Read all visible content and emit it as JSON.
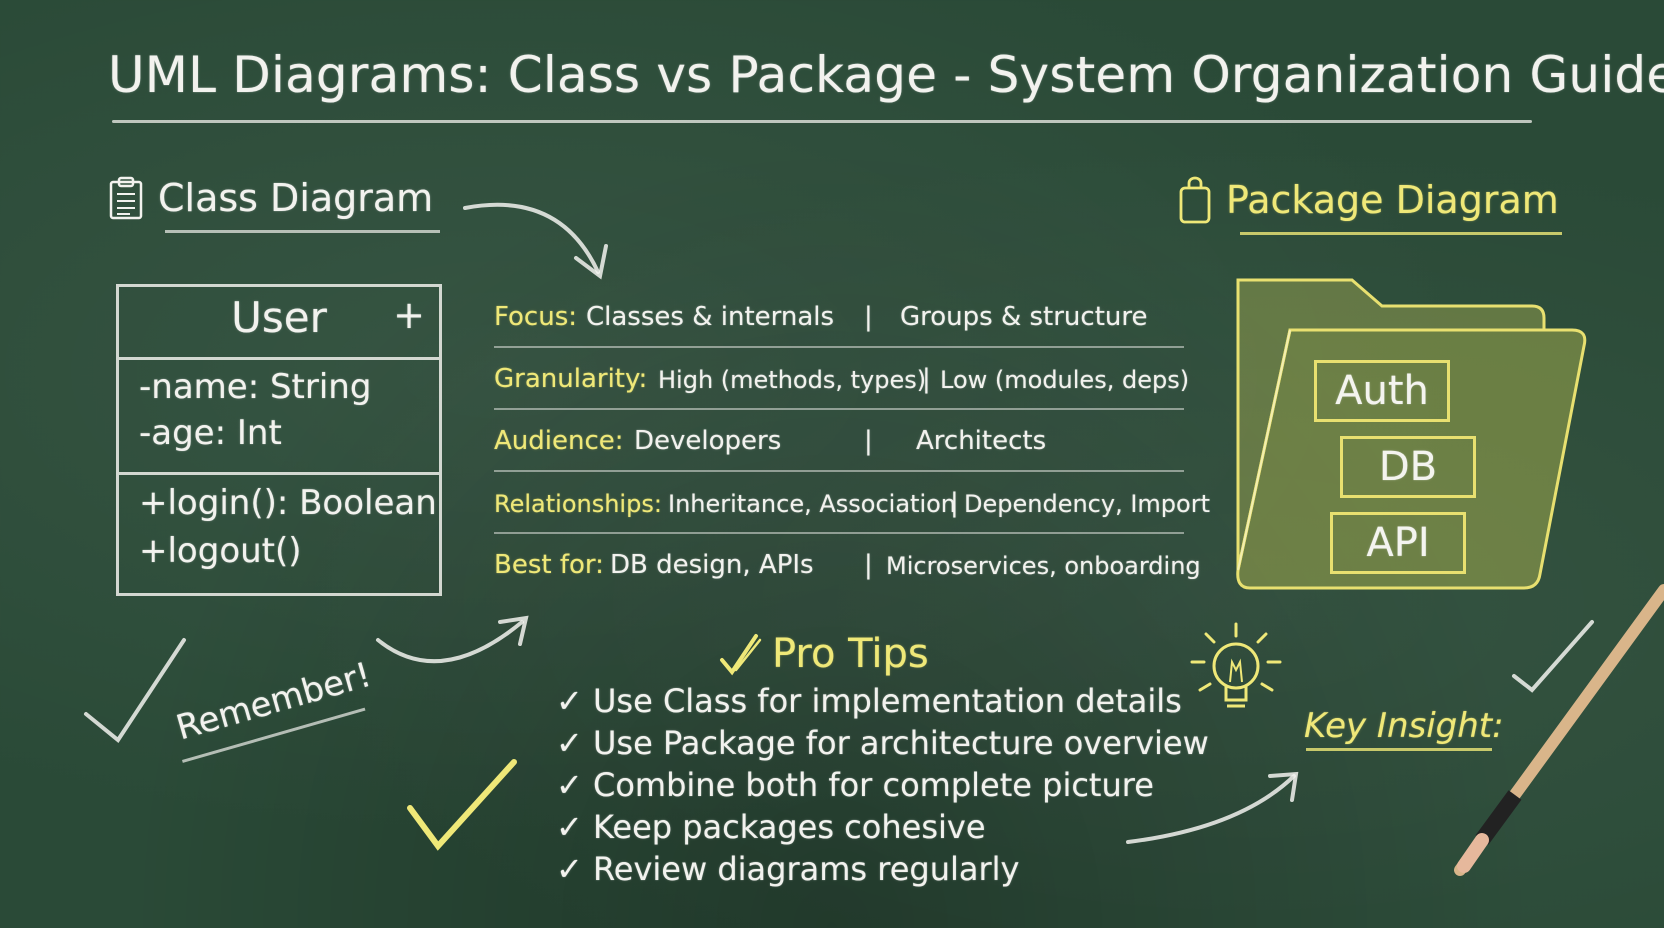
{
  "title": "UML Diagrams: Class vs Package - System Organization Guide",
  "class_diagram": {
    "heading": "Class Diagram",
    "icon": "clipboard-icon",
    "uml": {
      "name": "User",
      "plus": "+",
      "attributes": [
        "-name: String",
        "-age: Int"
      ],
      "methods": [
        "+login(): Boolean",
        "+logout()"
      ]
    }
  },
  "package_diagram": {
    "heading": "Package Diagram",
    "icon": "bag-icon",
    "packages": [
      "Auth",
      "DB",
      "API"
    ]
  },
  "comparison": [
    {
      "label": "Focus:",
      "left": "Classes & internals",
      "sep": "|",
      "right": "Groups & structure"
    },
    {
      "label": "Granularity:",
      "left": "High (methods, types)",
      "sep": "|",
      "right": "Low (modules, deps)"
    },
    {
      "label": "Audience:",
      "left": "Developers",
      "sep": "|",
      "right": "Architects"
    },
    {
      "label": "Relationships:",
      "left": "Inheritance, Association",
      "sep": "|",
      "right": "Dependency, Import"
    },
    {
      "label": "Best for:",
      "left": "DB design, APIs",
      "sep": "|",
      "right": "Microservices, onboarding"
    }
  ],
  "pro_tips": {
    "heading": "Pro Tips",
    "items": [
      "Use Class for implementation details",
      "Use Package for architecture overview",
      "Combine both for complete picture",
      "Keep packages cohesive",
      "Review diagrams regularly"
    ]
  },
  "remember": "Remember!",
  "key_insight": "Key Insight:",
  "colors": {
    "board": "#2a4a37",
    "chalk": "#f2f2ee",
    "yellow_chalk": "#efe878"
  }
}
